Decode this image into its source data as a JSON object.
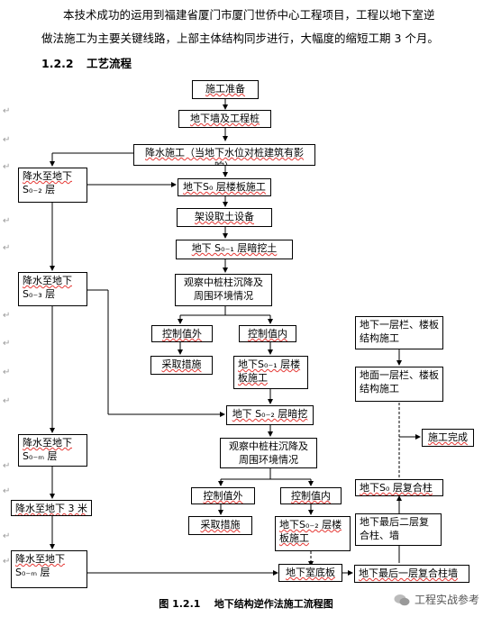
{
  "paragraph": {
    "line1": "本技术成功的运用到福建省厦门市厦门世侨中心工程项目，工程以地下室逆",
    "line2": "做法施工为主要关键线路，上部主体结构同步进行，大幅度的缩短工期 3 个月。"
  },
  "section": {
    "number": "1.2.2",
    "title": "工艺流程"
  },
  "flow": {
    "n1": "施工准备",
    "n2": "地下墙及工程桩",
    "n3": "降水施工（当地下水位对桩建筑有影响）",
    "n4": "地下S₀ 层楼板施工",
    "n5": "架设取土设备",
    "n6": "地下 S₀₋₁ 层暗挖土",
    "n7": "观察中桩柱沉降及周围环境情况",
    "n8a": "控制值外",
    "n8b": "控制值内",
    "n9a": "采取措施",
    "n9b": "地下S₀₋₁ 层楼板施工",
    "n10": "地下 S₀₋₂ 层暗挖",
    "n11": "观察中桩柱沉降及周围环境情况",
    "n12a": "控制值外",
    "n12b": "控制值内",
    "n13a": "采取措施",
    "n13b": "地下S₀₋₂ 层楼板施工",
    "n14": "地下室底板",
    "left1a": "降水至地下",
    "left1b": "S₀₋₂ 层",
    "left2a": "降水至地下",
    "left2b": "S₀₋₃ 层",
    "left3a": "降水至地下",
    "left3b": "S₀₋ₘ 层",
    "left4": "降水至地下 3 米",
    "left5a": "降水至地下",
    "left5b": "S₀₋ₘ 层",
    "r1": "地下一层栏、楼板结构施工",
    "r2": "地面一层栏、楼板结构施工",
    "r3": "施工完成",
    "r4": "地下S₀ 层复合柱墙",
    "r5": "地下最后二层复合柱、墙",
    "r6": "地下最后一层复合柱墙"
  },
  "caption": {
    "label": "图 1.2.1",
    "text": "地下结构逆作法施工流程图"
  },
  "watermark": {
    "text": "工程实战参考"
  }
}
